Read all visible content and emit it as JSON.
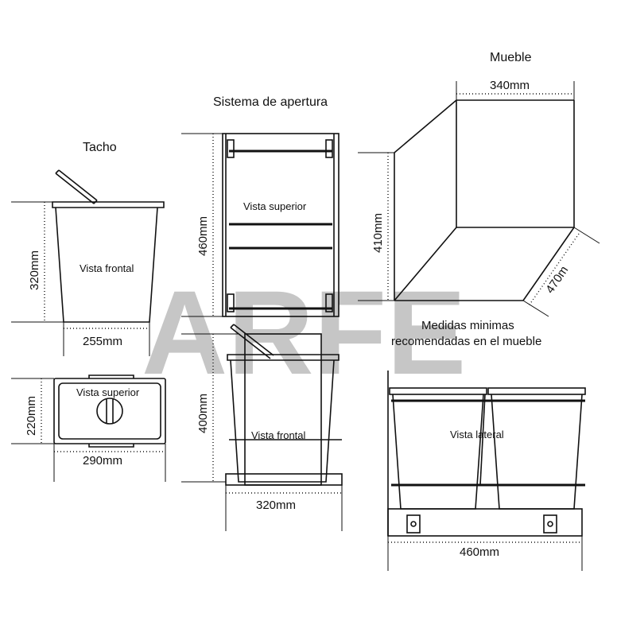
{
  "watermark": "ARFE",
  "sections": {
    "tacho": "Tacho",
    "sistema": "Sistema de apertura",
    "mueble": "Mueble"
  },
  "tacho": {
    "front_label": "Vista frontal",
    "top_label": "Vista superior",
    "height": "320mm",
    "width": "255mm",
    "top_depth": "220mm",
    "top_width": "290mm"
  },
  "sistema": {
    "top_label": "Vista superior",
    "front_label": "Vista frontal",
    "depth": "460mm",
    "height": "400mm",
    "width": "320mm"
  },
  "mueble": {
    "width": "340mm",
    "height": "410mm",
    "depth": "470m",
    "note_line1": "Medidas minimas",
    "note_line2": "recomendadas en el mueble"
  },
  "lateral": {
    "label": "Vista lateral",
    "width": "460mm"
  }
}
